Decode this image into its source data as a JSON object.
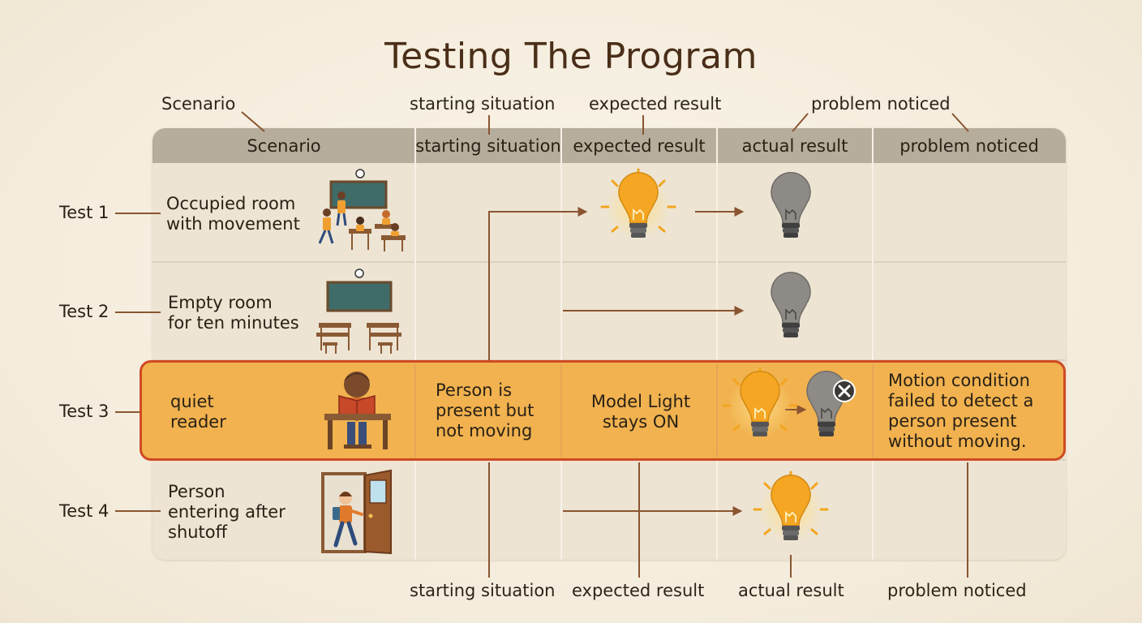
{
  "title": "Testing The Program",
  "top_callouts": {
    "scenario": "Scenario",
    "starting": "starting situation",
    "expected": "expected result",
    "problem": "problem noticed"
  },
  "headers": [
    "Scenario",
    "starting situation",
    "expected result",
    "actual result",
    "problem noticed"
  ],
  "tests": [
    {
      "label": "Test 1",
      "scenario": [
        "Occupied room",
        "with movement"
      ]
    },
    {
      "label": "Test 2",
      "scenario": [
        "Empty room",
        "for ten minutes"
      ]
    },
    {
      "label": "Test 3",
      "scenario": [
        "quiet",
        "reader"
      ],
      "starting": [
        "Person is",
        "present but",
        "not moving"
      ],
      "expected": [
        "Model Light",
        "stays ON"
      ],
      "problem": [
        "Motion condition",
        "failed to detect a",
        "person present",
        "without moving."
      ]
    },
    {
      "label": "Test 4",
      "scenario": [
        "Person",
        "entering after",
        "shutoff"
      ]
    }
  ],
  "bottom_callouts": {
    "starting": "starting situation",
    "expected": "expected result",
    "actual": "actual result",
    "problem": "problem noticed"
  },
  "colors": {
    "highlight_fill": "#f1b24f",
    "highlight_border": "#cf4a23",
    "connector": "#8a5530",
    "bulb_on": "#f3a320",
    "bulb_off": "#8e8b86"
  },
  "icons": [
    "classroom-children-icon",
    "empty-classroom-icon",
    "reading-child-icon",
    "child-entering-door-icon",
    "lightbulb-on-icon",
    "lightbulb-off-icon",
    "close-x-icon"
  ]
}
